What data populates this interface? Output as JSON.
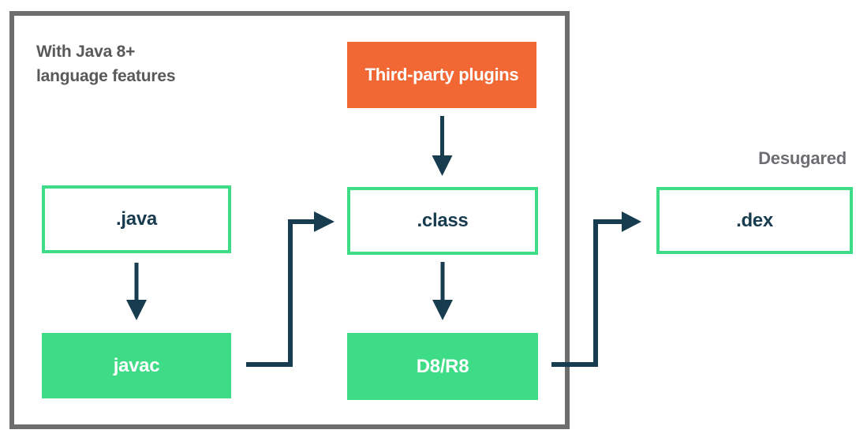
{
  "colors": {
    "green": "#3EDC86",
    "orange": "#F26835",
    "navy": "#173B4F",
    "border_gray": "#6E6E6E",
    "note_gray": "#58595B",
    "desugared_gray": "#6D6E71",
    "background": "#FFFFFF"
  },
  "notes": {
    "java8_line1": "With Java 8+",
    "java8_line2": "language features",
    "desugared": "Desugared"
  },
  "nodes": {
    "third_party_plugins": {
      "label": "Third-party plugins"
    },
    "java_file": {
      "label": ".java"
    },
    "class_file": {
      "label": ".class"
    },
    "dex_file": {
      "label": ".dex"
    },
    "javac": {
      "label": "javac"
    },
    "d8_r8": {
      "label": "D8/R8"
    }
  },
  "edges": [
    {
      "from": "third_party_plugins",
      "to": "class_file"
    },
    {
      "from": "java_file",
      "to": "javac"
    },
    {
      "from": "javac",
      "to": "class_file"
    },
    {
      "from": "class_file",
      "to": "d8_r8"
    },
    {
      "from": "d8_r8",
      "to": "dex_file"
    }
  ]
}
